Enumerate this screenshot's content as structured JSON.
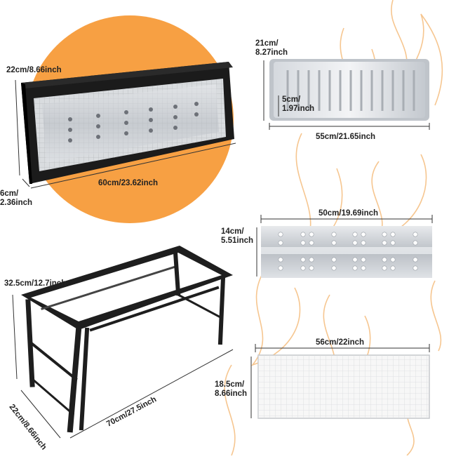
{
  "colors": {
    "accent_orange": "#F7A043",
    "flame_outline": "#F6C690",
    "metal_dark": "#1E1E1E",
    "metal_silver": "#C9CDD2"
  },
  "icons": [
    "grill-box-image",
    "charcoal-tray-image",
    "charcoal-plate-image",
    "grill-stand-image",
    "grill-mesh-image",
    "flame-decoration"
  ],
  "dimensions": {
    "box_height": "22cm/8.66inch",
    "box_length": "60cm/23.62inch",
    "box_depth_line1": "6cm/",
    "box_depth_line2": "2.36inch",
    "tray_width_line1": "21cm/",
    "tray_width_line2": "8.27inch",
    "tray_depth_line1": "5cm/",
    "tray_depth_line2": "1.97inch",
    "tray_length": "55cm/21.65inch",
    "plate_length": "50cm/19.69inch",
    "plate_width_line1": "14cm/",
    "plate_width_line2": "5.51inch",
    "stand_height": "32.5cm/12.7inch",
    "stand_width": "22cm/8.66inch",
    "stand_length": "70cm/27.5inch",
    "mesh_length": "56cm/22inch",
    "mesh_width_line1": "18.5cm/",
    "mesh_width_line2": "8.66inch"
  }
}
